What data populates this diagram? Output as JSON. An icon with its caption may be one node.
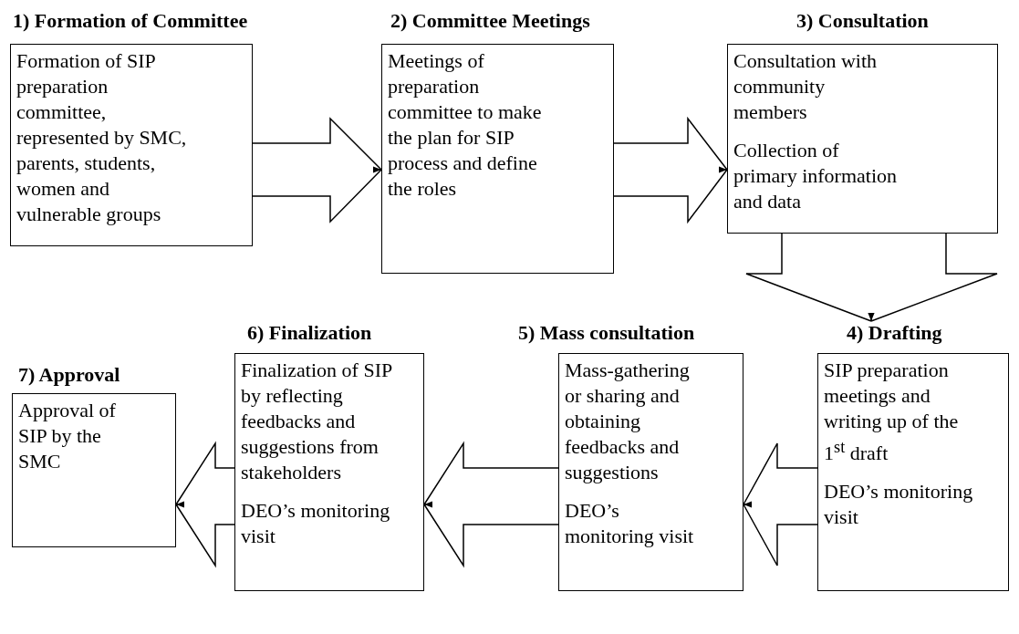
{
  "diagram": {
    "nodes": [
      {
        "text": [
          "1) Formation of Committee",
          "Formation of SIP preparation committee, represented by SMC, parents, students, women and vulnerable groups"
        ]
      },
      {
        "text": [
          "2) Committee Meetings",
          "Meetings of preparation committee to make the plan for SIP process and define the roles"
        ]
      },
      {
        "text": [
          "3) Consultation",
          "Consultation with community members",
          "Collection of primary information and data"
        ]
      },
      {
        "text": [
          "4) Drafting",
          "SIP preparation meetings and writing up of the 1$^{st}$ draft",
          "DEO’s monitoring visit"
        ]
      },
      {
        "text": [
          "5) Mass consultation",
          "Mass-gathering or sharing and obtaining feedbacks and suggestions",
          "DEO’s monitoring visit"
        ]
      },
      {
        "text": [
          "6) Finalization",
          "Finalization of SIP by reflecting feedbacks and suggestions from stakeholders",
          "DEO’s monitoring visit"
        ]
      },
      {
        "text": [
          "7) Approval",
          "Approval of SIP by the SMC"
        ]
      }
    ],
    "edges": [
      {
        "from": 0,
        "to": 1,
        "arrow": "to"
      },
      {
        "from": 1,
        "to": 2,
        "arrow": "to"
      },
      {
        "from": 2,
        "to": 3,
        "arrow": "to"
      },
      {
        "from": 3,
        "to": 4,
        "arrow": "to"
      },
      {
        "from": 4,
        "to": 5,
        "arrow": "to"
      },
      {
        "from": 5,
        "to": 6,
        "arrow": "to"
      }
    ]
  }
}
